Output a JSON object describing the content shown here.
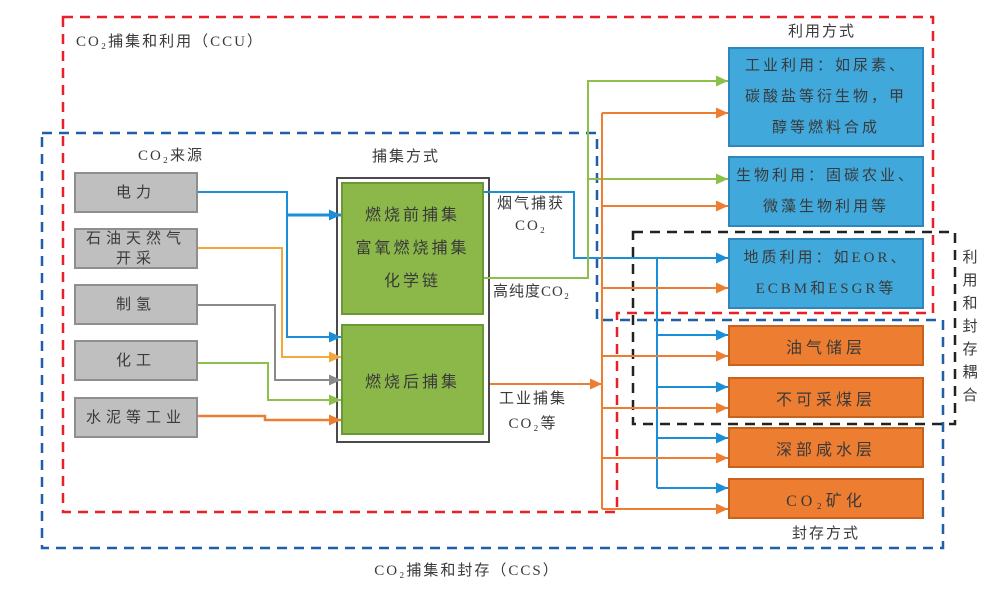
{
  "groups": {
    "ccu": {
      "label": "CO₂捕集和利用（CCU）"
    },
    "ccs": {
      "label": "CO₂捕集和封存（CCS）"
    },
    "coupling": {
      "label": "利用和封存耦合"
    }
  },
  "sources": {
    "title": "CO₂来源",
    "items": [
      {
        "lines": [
          "电力"
        ]
      },
      {
        "lines": [
          "石油天然气",
          "开采"
        ]
      },
      {
        "lines": [
          "制氢"
        ]
      },
      {
        "lines": [
          "化工"
        ]
      },
      {
        "lines": [
          "水泥等工业"
        ]
      }
    ]
  },
  "capture": {
    "title": "捕集方式",
    "pre": {
      "lines": [
        "燃烧前捕集",
        "富氧燃烧捕集",
        "化学链"
      ]
    },
    "post": {
      "label": "燃烧后捕集"
    }
  },
  "flow_labels": {
    "flue_gas": [
      "烟气捕获",
      "CO₂"
    ],
    "high_purity": "高纯度CO₂",
    "industrial": [
      "工业捕集",
      "CO₂等"
    ]
  },
  "utilization": {
    "title": "利用方式",
    "items": [
      {
        "lines": [
          "工业利用：如尿素、",
          "碳酸盐等衍生物，甲",
          "醇等燃料合成"
        ]
      },
      {
        "lines": [
          "生物利用：固碳农业、",
          "微藻生物利用等"
        ]
      },
      {
        "lines": [
          "地质利用：如EOR、",
          "ECBM和ESGR等"
        ]
      }
    ]
  },
  "storage": {
    "title": "封存方式",
    "items": [
      "油气储层",
      "不可采煤层",
      "深部咸水层",
      "CO₂矿化"
    ]
  },
  "colors": {
    "ccu_border": "#E8202A",
    "ccs_border": "#1F5FA8",
    "coupling_border": "#222222",
    "source_fill": "#BFBFBF",
    "capture_fill": "#8CB84A",
    "utilization_fill": "#41A8DC",
    "storage_fill": "#ED7D31",
    "line_power": "#1A8FD8",
    "line_oil_gas": "#F2A83A",
    "line_hydrogen": "#8A8A8A",
    "line_chemical": "#8DC04A",
    "line_cement": "#ED7D31"
  }
}
